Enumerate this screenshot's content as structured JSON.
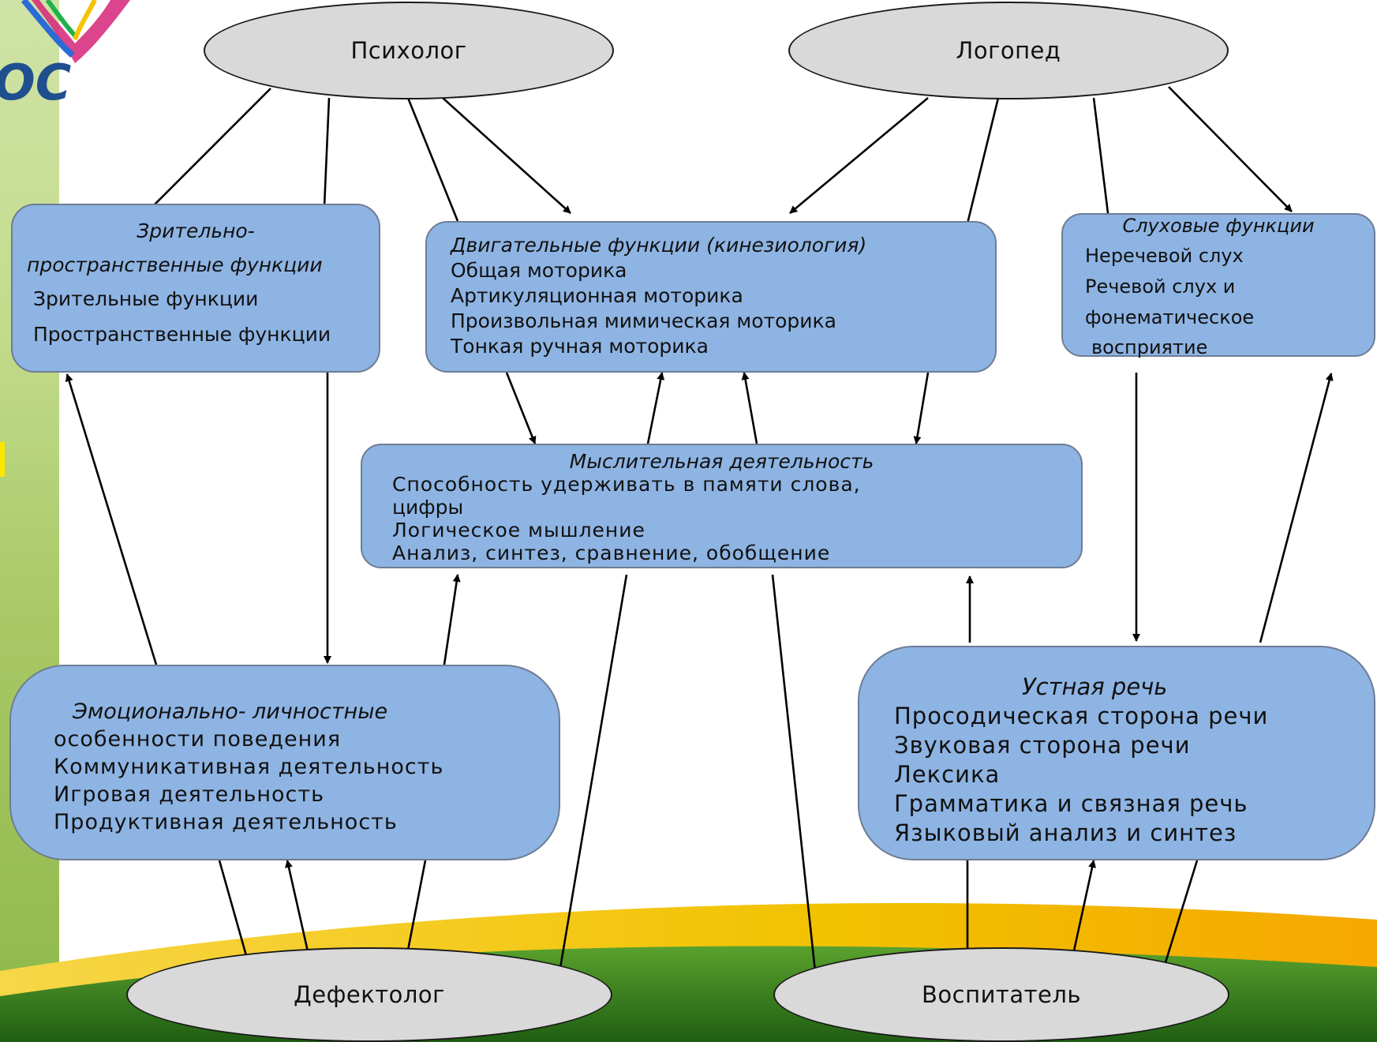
{
  "nodes": {
    "psychologist": "Психолог",
    "speech_therapist": "Логопед",
    "defectologist": "Дефектолог",
    "educator": "Воспитатель"
  },
  "boxes": {
    "visual_spatial": {
      "title_line1": "Зрительно-",
      "title_line2": "пространственные функции",
      "items": [
        "Зрительные функции",
        "Пространственные функции"
      ]
    },
    "motor": {
      "title": "Двигательные функции (кинезиология)",
      "items": [
        "Общая моторика",
        "Артикуляционная моторика",
        "Произвольная мимическая моторика",
        "Тонкая ручная моторика"
      ]
    },
    "auditory": {
      "title": "Слуховые функции",
      "items": [
        "Неречевой слух",
        "Речевой слух и",
        "фонематическое",
        "восприятие"
      ]
    },
    "thinking": {
      "title": "Мыслительная деятельность",
      "items": [
        "Способность удерживать в памяти слова,",
        "цифры",
        "Логическое мышление",
        "Анализ, синтез, сравнение, обобщениe"
      ]
    },
    "emotional": {
      "title": "Эмоционально- личностные",
      "items": [
        "особенности поведения",
        "Коммуникативная деятельность",
        "Игровая деятельность",
        "Продуктивная деятельность"
      ]
    },
    "oral_speech": {
      "title": "Устная речь",
      "items": [
        "Просодическая сторона речи",
        "Звуковая сторона речи",
        "Лексика",
        "Грамматика и связная речь",
        "Языковый анализ и синтез"
      ]
    }
  },
  "logo": {
    "text": "ОС"
  },
  "colors": {
    "box_fill": "#8eb4e3",
    "box_border": "#6d7d95",
    "oval_fill": "#d9d9d9",
    "line": "#000000",
    "bottom_green": "#2f7d1e",
    "bottom_yellow": "#f2c200",
    "left_strip": "#b8d678"
  }
}
